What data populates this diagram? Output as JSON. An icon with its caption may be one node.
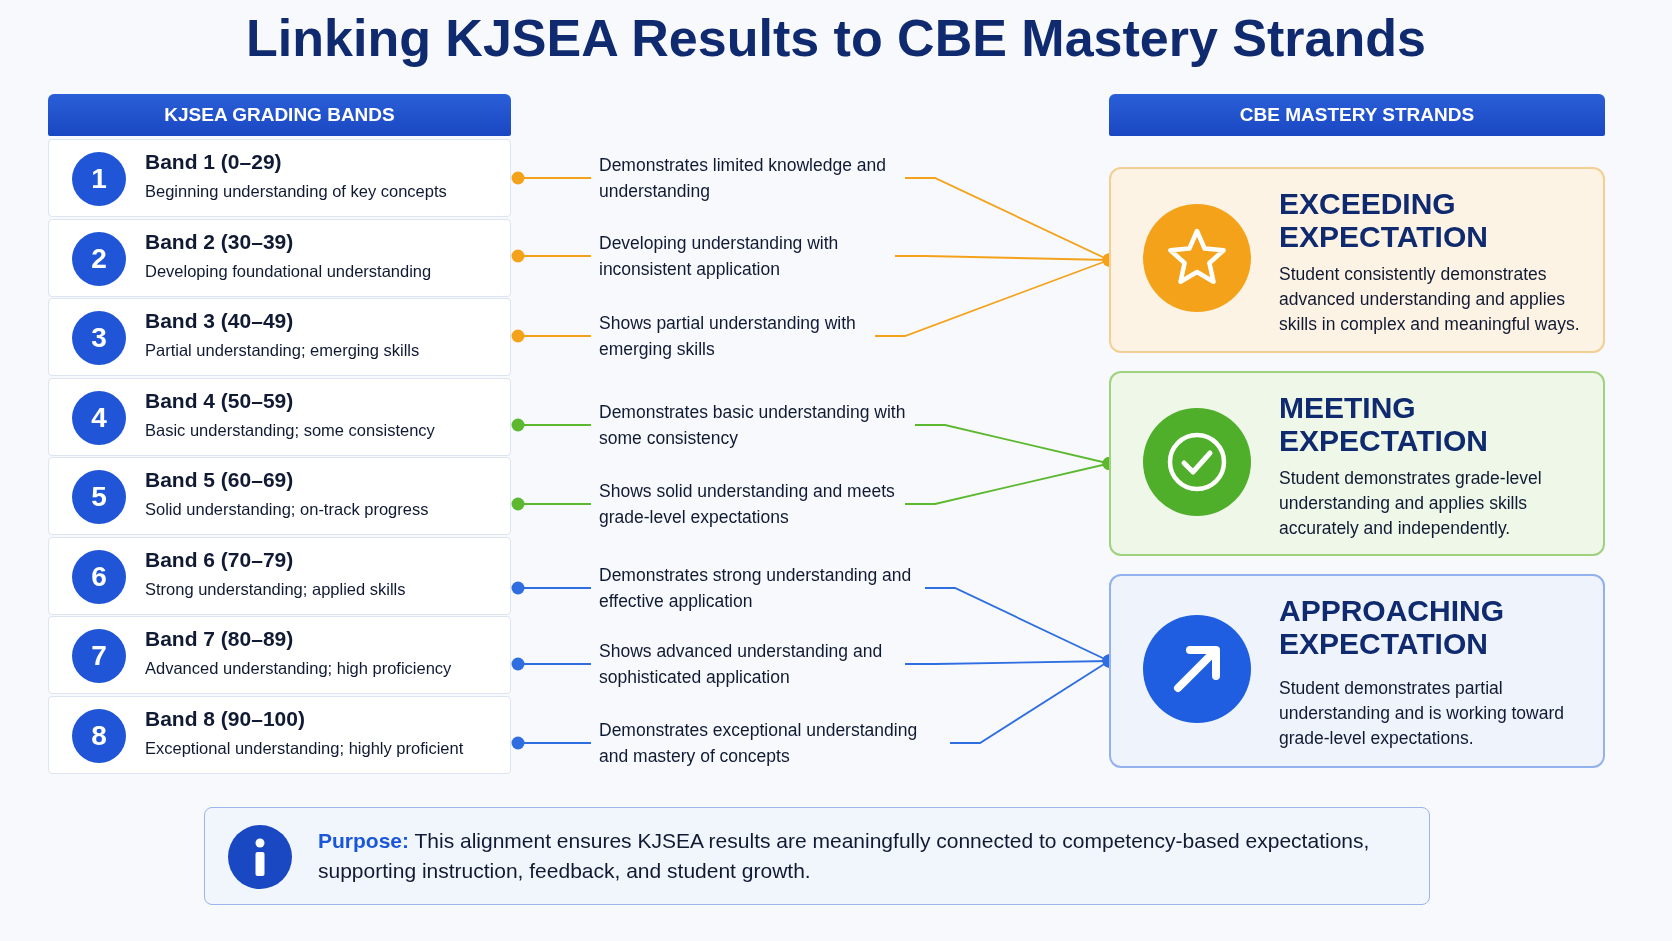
{
  "diagram": {
    "title": "Linking KJSEA Results to CBE Mastery Strands",
    "nodes": [
      {
        "text": [
          "KJSEA GRADING BANDS"
        ]
      },
      {
        "text": [
          "CBE MASTERY STRANDS"
        ]
      },
      {
        "text": [
          "Band 1 (0–29)",
          "Beginning understanding of key concepts"
        ]
      },
      {
        "text": [
          "1"
        ],
        "in": 2
      },
      {
        "text": [
          "Band 2 (30–39)",
          "Developing foundational understanding"
        ]
      },
      {
        "text": [
          "2"
        ],
        "in": 4
      },
      {
        "text": [
          "Band 3 (40–49)",
          "Partial understanding; emerging skills"
        ]
      },
      {
        "text": [
          "3"
        ],
        "in": 6
      },
      {
        "text": [
          "Band 4 (50–59)",
          "Basic understanding; some consistency"
        ]
      },
      {
        "text": [
          "4"
        ],
        "in": 8
      },
      {
        "text": [
          "Band 5 (60–69)",
          "Solid understanding; on-track progress"
        ]
      },
      {
        "text": [
          "5"
        ],
        "in": 10
      },
      {
        "text": [
          "Band 6 (70–79)",
          "Strong understanding; applied skills"
        ]
      },
      {
        "text": [
          "6"
        ],
        "in": 12
      },
      {
        "text": [
          "Band 7 (80–89)",
          "Advanced understanding; high proficiency"
        ]
      },
      {
        "text": [
          "7"
        ],
        "in": 14
      },
      {
        "text": [
          "Band 8 (90–100)",
          "Exceptional understanding; highly proficient"
        ]
      },
      {
        "text": [
          "8"
        ],
        "in": 16
      },
      {
        "text": [
          "Demonstrates limited knowledge and understanding"
        ]
      },
      {
        "text": [
          "Developing understanding with inconsistent application"
        ]
      },
      {
        "text": [
          "Shows partial understanding with emerging skills"
        ]
      },
      {
        "text": [
          "Demonstrates basic understanding with some consistency"
        ]
      },
      {
        "text": [
          "Shows solid understanding and meets grade-level expectations"
        ]
      },
      {
        "text": [
          "Demonstrates strong understanding and effective application"
        ]
      },
      {
        "text": [
          "Shows advanced understanding and sophisticated application"
        ]
      },
      {
        "text": [
          "Demonstrates exceptional understanding and mastery of concepts"
        ]
      },
      {
        "text": [
          "EXCEEDING EXPECTATION",
          "Student consistently demonstrates advanced understanding and applies skills in complex and meaningful ways."
        ]
      },
      {
        "text": [
          "MEETING EXPECTATION",
          "Student demonstrates grade-level understanding and applies skills accurately and independently."
        ]
      },
      {
        "text": [
          "APPROACHING EXPECTATION",
          "Student demonstrates partial understanding and is working toward grade-level expectations."
        ]
      },
      {
        "text": [
          "**Purpose:** This alignment ensures KJSEA results are meaningfully connected to competency-based expectations, supporting instruction, feedback, and student growth."
        ]
      }
    ],
    "edges": [
      {
        "from": 2,
        "to": 18,
        "arrow": "other",
        "color": "#f5a21b"
      },
      {
        "from": 4,
        "to": 19,
        "arrow": "other",
        "color": "#f5a21b"
      },
      {
        "from": 6,
        "to": 20,
        "arrow": "other",
        "color": "#f5a21b"
      },
      {
        "from": 8,
        "to": 21,
        "arrow": "other",
        "color": "#5cb82e"
      },
      {
        "from": 10,
        "to": 22,
        "arrow": "other",
        "color": "#5cb82e"
      },
      {
        "from": 12,
        "to": 23,
        "arrow": "other",
        "color": "#2f6ee0"
      },
      {
        "from": 14,
        "to": 24,
        "arrow": "other",
        "color": "#2f6ee0"
      },
      {
        "from": 16,
        "to": 25,
        "arrow": "other",
        "color": "#2f6ee0"
      },
      {
        "from": 18,
        "to": 26,
        "arrow": "other",
        "color": "#f5a21b"
      },
      {
        "from": 19,
        "to": 26,
        "arrow": "other",
        "color": "#f5a21b"
      },
      {
        "from": 20,
        "to": 26,
        "arrow": "other",
        "color": "#f5a21b"
      },
      {
        "from": 21,
        "to": 27,
        "arrow": "other",
        "color": "#5cb82e"
      },
      {
        "from": 22,
        "to": 27,
        "arrow": "other",
        "color": "#5cb82e"
      },
      {
        "from": 23,
        "to": 28,
        "arrow": "other",
        "color": "#2f6ee0"
      },
      {
        "from": 24,
        "to": 28,
        "arrow": "other",
        "color": "#2f6ee0"
      },
      {
        "from": 25,
        "to": 28,
        "arrow": "other",
        "color": "#2f6ee0"
      }
    ]
  }
}
